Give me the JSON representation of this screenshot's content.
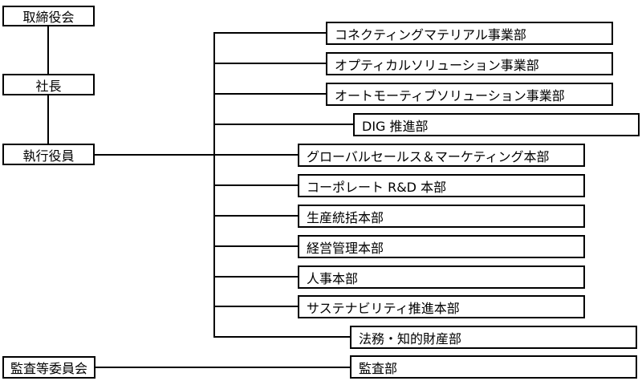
{
  "diagram": {
    "title": "organization-chart",
    "background_color": "#ffffff",
    "line_color": "#000000",
    "nodes": {
      "board": {
        "label": "取締役会"
      },
      "president": {
        "label": "社長"
      },
      "executive": {
        "label": "執行役員"
      },
      "audit_committee": {
        "label": "監査等委員会"
      }
    },
    "departments": [
      {
        "label": "コネクティングマテリアル事業部",
        "reports_to": "執行役員"
      },
      {
        "label": "オプティカルソリューション事業部",
        "reports_to": "執行役員"
      },
      {
        "label": "オートモーティブソリューション事業部",
        "reports_to": "執行役員"
      },
      {
        "label": "DIG 推進部",
        "reports_to": "執行役員"
      },
      {
        "label": "グローバルセールス＆マーケティング本部",
        "reports_to": "執行役員"
      },
      {
        "label": "コーポレート R&D 本部",
        "reports_to": "執行役員"
      },
      {
        "label": "生産統括本部",
        "reports_to": "執行役員"
      },
      {
        "label": "経営管理本部",
        "reports_to": "執行役員"
      },
      {
        "label": "人事本部",
        "reports_to": "執行役員"
      },
      {
        "label": "サステナビリティ推進本部",
        "reports_to": "執行役員"
      },
      {
        "label": "法務・知的財産部",
        "reports_to": "執行役員"
      },
      {
        "label": "監査部",
        "reports_to": "監査等委員会"
      }
    ]
  }
}
